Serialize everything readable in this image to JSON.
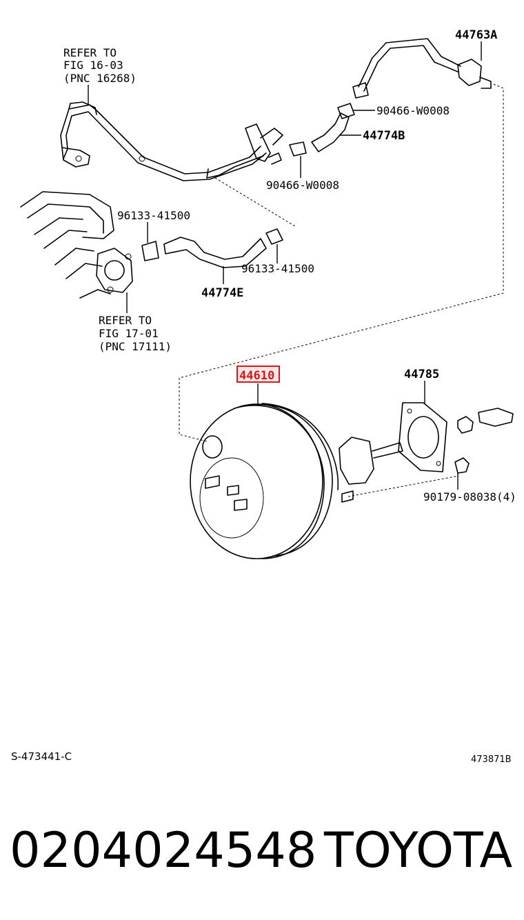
{
  "labels": {
    "refer_top": [
      "REFER TO",
      "FIG 16-03",
      "(PNC 16268)"
    ],
    "refer_bottom": [
      "REFER TO",
      "FIG 17-01",
      "(PNC 17111)"
    ],
    "p44763A": "44763A",
    "p90466_a": "90466-W0008",
    "p44774B": "44774B",
    "p90466_b": "90466-W0008",
    "p96133_a": "96133-41500",
    "p96133_b": "96133-41500",
    "p44774E": "44774E",
    "p44610": "44610",
    "p44785": "44785",
    "p90179": "90179-08038(4)"
  },
  "codes": {
    "left": "S-473441-C",
    "right": "473871B"
  },
  "footer": {
    "number": "0204024548",
    "brand": "TOYOTA"
  },
  "colors": {
    "highlight": "#d11a1a",
    "highlight_fill": "#ffe6e6"
  }
}
